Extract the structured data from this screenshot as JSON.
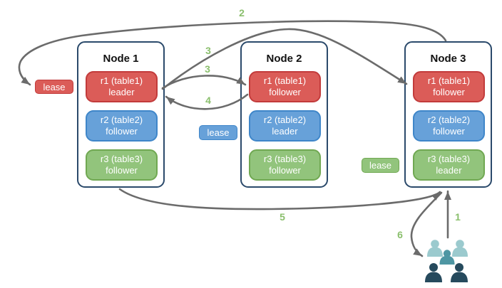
{
  "diagram": {
    "nodes": [
      {
        "title": "Node 1",
        "ranges": [
          {
            "line1": "r1 (table1)",
            "line2": "leader",
            "color": "red"
          },
          {
            "line1": "r2 (table2)",
            "line2": "follower",
            "color": "blue"
          },
          {
            "line1": "r3 (table3)",
            "line2": "follower",
            "color": "green"
          }
        ]
      },
      {
        "title": "Node 2",
        "ranges": [
          {
            "line1": "r1 (table1)",
            "line2": "follower",
            "color": "red"
          },
          {
            "line1": "r2 (table2)",
            "line2": "leader",
            "color": "blue"
          },
          {
            "line1": "r3 (table3)",
            "line2": "follower",
            "color": "green"
          }
        ]
      },
      {
        "title": "Node 3",
        "ranges": [
          {
            "line1": "r1 (table1)",
            "line2": "follower",
            "color": "red"
          },
          {
            "line1": "r2 (table2)",
            "line2": "follower",
            "color": "blue"
          },
          {
            "line1": "r3 (table3)",
            "line2": "leader",
            "color": "green"
          }
        ]
      }
    ],
    "leases": [
      {
        "label": "lease",
        "color": "red"
      },
      {
        "label": "lease",
        "color": "blue"
      },
      {
        "label": "lease",
        "color": "green"
      }
    ],
    "steps": {
      "s1": "1",
      "s2": "2",
      "s3a": "3",
      "s3b": "3",
      "s4": "4",
      "s5": "5",
      "s6": "6"
    },
    "icons": {
      "users": "users-group-icon"
    },
    "colors": {
      "range_red": "#db5c58",
      "range_red_border": "#c23b3b",
      "range_blue": "#67a1d9",
      "range_blue_border": "#3f86c9",
      "range_green": "#92c47c",
      "range_green_border": "#70a852",
      "node_border": "#2b4a6b",
      "arrow_gray": "#6b6b6b",
      "step_label_green": "#8abf6c",
      "users_light_teal": "#9bcace",
      "users_mid_teal": "#4e96a3",
      "users_dark_slate": "#264a5d",
      "background": "#ffffff"
    }
  }
}
